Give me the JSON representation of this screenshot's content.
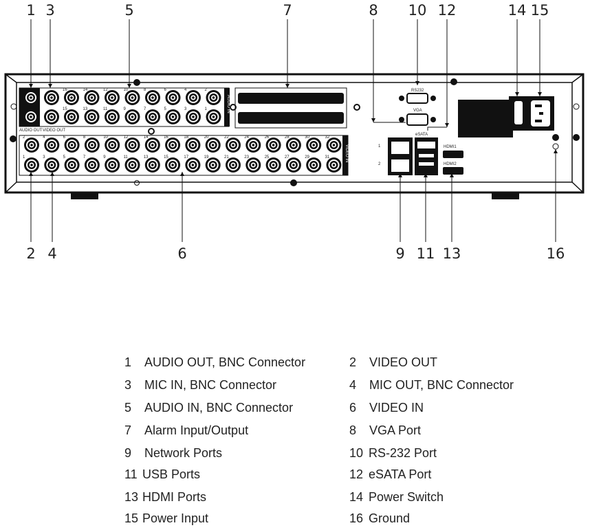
{
  "callouts_top": [
    {
      "num": "1"
    },
    {
      "num": "3"
    },
    {
      "num": "5"
    },
    {
      "num": "7"
    },
    {
      "num": "8"
    },
    {
      "num": "10"
    },
    {
      "num": "12"
    },
    {
      "num": "14"
    },
    {
      "num": "15"
    }
  ],
  "callouts_bottom": [
    {
      "num": "2"
    },
    {
      "num": "4"
    },
    {
      "num": "6"
    },
    {
      "num": "9"
    },
    {
      "num": "11"
    },
    {
      "num": "13"
    },
    {
      "num": "16"
    }
  ],
  "panel_labels": {
    "audio_in": "AUDIO IN",
    "video_in": "VIDEO IN",
    "rs232": "RS232",
    "vga": "VGA",
    "esata": "eSATA",
    "hdmi1": "HDMI1",
    "hdmi2": "HDMI2",
    "audio_out": "AUDIO OUT",
    "video_out": "VIDEO OUT",
    "lan1": "1",
    "lan2": "2"
  },
  "audio_in_top": [
    "16",
    "14",
    "12",
    "10",
    "8",
    "6",
    "4",
    "2"
  ],
  "audio_in_bottom": [
    "15",
    "13",
    "11",
    "9",
    "7",
    "5",
    "3",
    "1"
  ],
  "video_in_top": [
    "2",
    "4",
    "6",
    "8",
    "10",
    "12",
    "14",
    "16",
    "18",
    "20",
    "22",
    "24",
    "26",
    "28",
    "30",
    "32"
  ],
  "video_in_bottom": [
    "1",
    "3",
    "5",
    "7",
    "9",
    "11",
    "13",
    "15",
    "17",
    "19",
    "21",
    "23",
    "25",
    "27",
    "29",
    "31"
  ],
  "legend": [
    {
      "num": "1",
      "text": "AUDIO OUT, BNC Connector"
    },
    {
      "num": "2",
      "text": "VIDEO OUT"
    },
    {
      "num": "3",
      "text": "MIC IN, BNC Connector"
    },
    {
      "num": "4",
      "text": "MIC OUT, BNC Connector"
    },
    {
      "num": "5",
      "text": "AUDIO IN, BNC Connector"
    },
    {
      "num": "6",
      "text": "VIDEO IN"
    },
    {
      "num": "7",
      "text": "Alarm Input/Output"
    },
    {
      "num": "8",
      "text": "VGA Port"
    },
    {
      "num": "9",
      "text": "Network Ports"
    },
    {
      "num": "10",
      "text": "RS-232 Port"
    },
    {
      "num": "11",
      "text": "USB Ports"
    },
    {
      "num": "12",
      "text": "eSATA Port"
    },
    {
      "num": "13",
      "text": "HDMI Ports"
    },
    {
      "num": "14",
      "text": "Power Switch"
    },
    {
      "num": "15",
      "text": "Power Input"
    },
    {
      "num": "16",
      "text": "Ground"
    }
  ]
}
